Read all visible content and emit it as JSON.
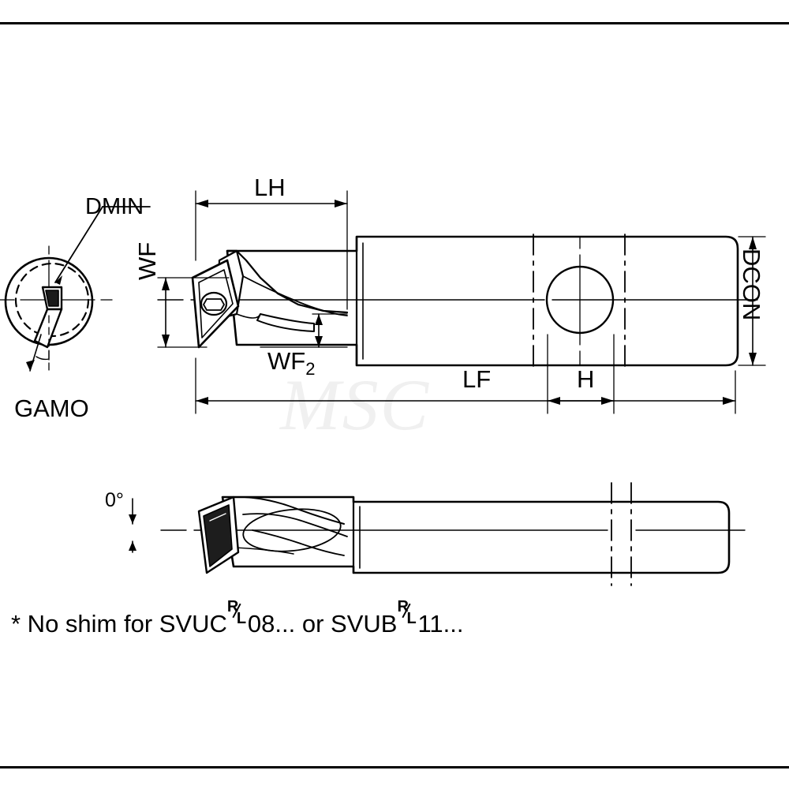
{
  "diagram": {
    "title": "Boring bar dimensional drawing",
    "labels": {
      "lh": "LH",
      "dmin": "DMIN",
      "wf": "WF",
      "wf2_base": "WF",
      "wf2_sub": "2",
      "lf": "LF",
      "h": "H",
      "dcon": "DCON",
      "gamo": "GAMO",
      "angle_zero": "0°"
    },
    "note": {
      "prefix": "* No shim for SVUC",
      "frac1_num": "R",
      "frac1_den": "L",
      "mid": "08... or SVUB",
      "frac2_num": "R",
      "frac2_den": "L",
      "suffix": "11..."
    },
    "watermark": "MSC",
    "colors": {
      "line": "#000000",
      "fill": "#ffffff",
      "shade": "#e8e8e8",
      "watermark": "#f0f0f0"
    }
  }
}
